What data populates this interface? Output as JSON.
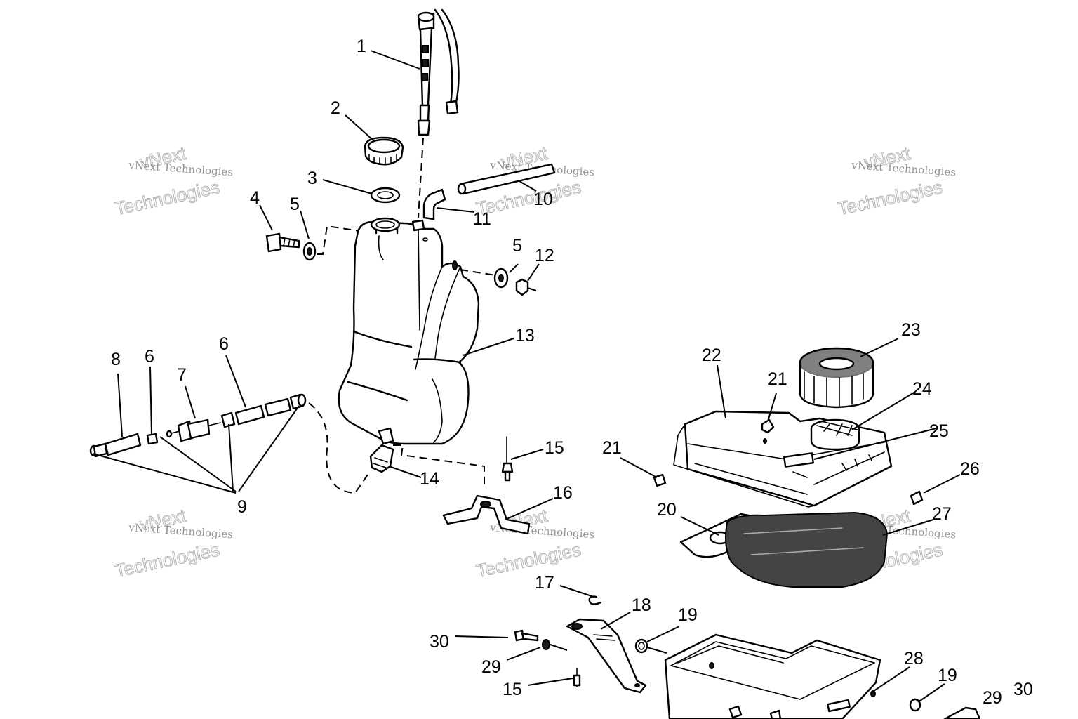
{
  "watermark": {
    "line1": "vNext",
    "line2": "vNext Technologies",
    "line3": "Technologies"
  },
  "callouts": {
    "c1": "1",
    "c2": "2",
    "c3": "3",
    "c4": "4",
    "c5a": "5",
    "c5b": "5",
    "c6a": "6",
    "c6b": "6",
    "c7": "7",
    "c8": "8",
    "c9": "9",
    "c10": "10",
    "c11": "11",
    "c12": "12",
    "c13": "13",
    "c14": "14",
    "c15a": "15",
    "c15b": "15",
    "c16": "16",
    "c17": "17",
    "c18": "18",
    "c19a": "19",
    "c19b": "19",
    "c20": "20",
    "c21a": "21",
    "c21b": "21",
    "c22": "22",
    "c23": "23",
    "c24": "24",
    "c25": "25",
    "c26": "26",
    "c27": "27",
    "c28": "28",
    "c29a": "29",
    "c29b": "29",
    "c30a": "30",
    "c30b": "30"
  }
}
